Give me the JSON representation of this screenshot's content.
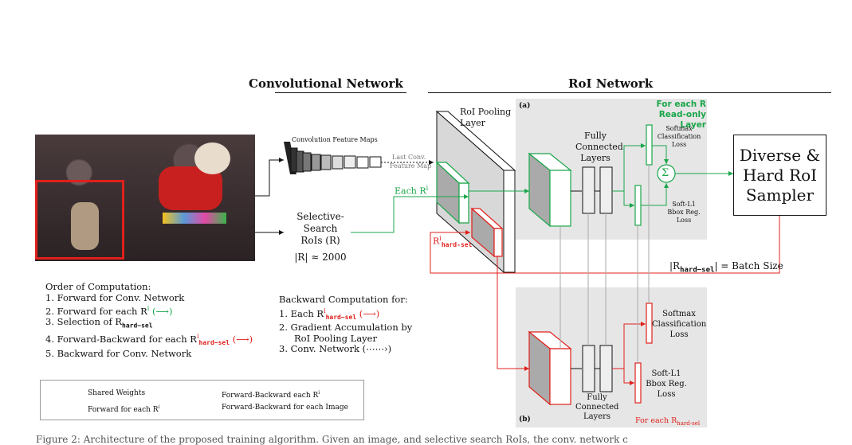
{
  "headers": {
    "conv": "Convolutional Network",
    "roi": "RoI Network"
  },
  "labels": {
    "conv_maps": "Convolution Feature Maps",
    "last_conv": "Last Conv.",
    "feature_map": "Feature Map",
    "ss_rois": "Selective-Search",
    "ss_rois2": "RoIs (R)",
    "ss_count": "|R| ≈ 2000",
    "each_r": "Each R",
    "each_r_sup": "i",
    "r_hard": "R",
    "r_hard_sup": "i",
    "r_hard_sub": "hard-sel",
    "roi_pool": "RoI Pooling",
    "roi_pool2": "Layer",
    "fc_a1": "Fully",
    "fc_a2": "Connected",
    "fc_a3": "Layers",
    "panel_a": "(a)",
    "for_each_r": "For each R",
    "read_only": "Read-only Layer",
    "softmax_a1": "Softmax",
    "softmax_a2": "Classification",
    "softmax_a3": "Loss",
    "sl1_a1": "Soft-L1",
    "sl1_a2": "Bbox Reg. Loss",
    "sigma": "Σ",
    "sampler1": "Diverse &",
    "sampler2": "Hard RoI",
    "sampler3": "Sampler",
    "batch_size": "|R",
    "batch_size_sub": "hard−sel",
    "batch_size_rest": "| = Batch Size",
    "panel_b": "(b)",
    "softmax_b1": "Softmax",
    "softmax_b2": "Classification",
    "softmax_b3": "Loss",
    "sl1_b1": "Soft-L1",
    "sl1_b2": "Bbox Reg.",
    "sl1_b3": "Loss",
    "fc_b1": "Fully",
    "fc_b2": "Connected",
    "fc_b3": "Layers",
    "for_each_hard": "For each R",
    "for_each_hard_sub": "hard-sel"
  },
  "order": {
    "title": "Order of Computation:",
    "items": [
      "1.  Forward for Conv. Network",
      "2.  Forward for each R",
      "3.  Selection of R",
      "4.  Forward-Backward for each R",
      "5.  Backward for Conv. Network"
    ],
    "item2_sup": "i",
    "item2_arrow": "(⟶)",
    "item3_sub": "hard−sel",
    "item4_sup": "i",
    "item4_sub": "hard−sel",
    "item4_arrow": "(⟶)"
  },
  "backward": {
    "title": "Backward Computation for:",
    "item1": "1.  Each R",
    "item1_sup": "i",
    "item1_sub": "hard−sel",
    "item1_arrow": "(⟶)",
    "item2a": "2.  Gradient Accumulation by",
    "item2b": "RoI Pooling Layer",
    "item3": "3.  Conv. Network (⋯⋯›)"
  },
  "legend": {
    "shared": "Shared Weights",
    "fwd_each": "Forward for each R",
    "fwd_each_sup": "i",
    "fb_each": "Forward-Backward each R",
    "fb_each_sup": "i",
    "fb_image": "Forward-Backward for each Image"
  },
  "caption": "Figure 2: Architecture of the proposed training algorithm. Given an image, and selective search RoIs, the conv. network c",
  "colors": {
    "green": "#1aa64a",
    "red": "#e0201c",
    "panel": "#e6e6e6"
  }
}
